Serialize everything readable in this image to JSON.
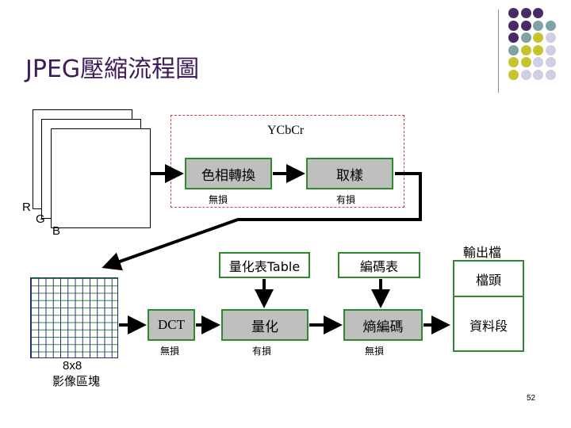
{
  "title": "JPEG壓縮流程圖",
  "page_number": "52",
  "rgb": {
    "r": "R",
    "g": "G",
    "b": "B"
  },
  "ycbcr_label": "YCbCr",
  "color_convert": {
    "label": "色相轉換",
    "note": "無損"
  },
  "sampling": {
    "label": "取樣",
    "note": "有損"
  },
  "quant_table": "量化表Table",
  "code_table": "編碼表",
  "output": {
    "label": "輸出檔",
    "header": "檔頭",
    "data": "資料段"
  },
  "block": {
    "size": "8x8",
    "label": "影像區塊"
  },
  "dct": {
    "label": "DCT",
    "note": "無損"
  },
  "quantize": {
    "label": "量化",
    "note": "有損"
  },
  "entropy": {
    "label": "熵編碼",
    "note": "無損"
  },
  "colors": {
    "title": "#3d1a5a",
    "box_border": "#2f8a2f",
    "box_fill": "#bfbfbf",
    "dashed": "#d04040",
    "dot_purple": "#4a2a66",
    "dot_teal": "#7fa3a3",
    "dot_olive": "#c4c42c",
    "dot_lavender": "#cfcfe3"
  }
}
